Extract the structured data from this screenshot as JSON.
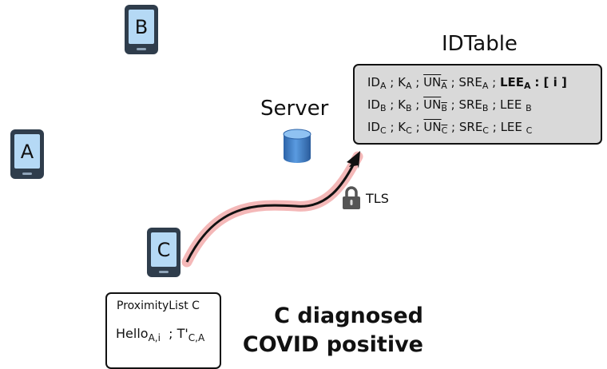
{
  "phones": [
    {
      "letter": "B"
    },
    {
      "letter": "A"
    },
    {
      "letter": "C"
    }
  ],
  "server": {
    "label": "Server"
  },
  "tls": {
    "label": "TLS"
  },
  "idtable": {
    "title": "IDTable",
    "rows": [
      {
        "id": "ID",
        "k": "K",
        "un": "UN",
        "sre": "SRE",
        "lee": "LEE",
        "sub": "A",
        "lee_index": ": [ i ]"
      },
      {
        "id": "ID",
        "k": "K",
        "un": "UN",
        "sre": "SRE",
        "lee": "LEE",
        "sub": "B"
      },
      {
        "id": "ID",
        "k": "K",
        "un": "UN",
        "sre": "SRE",
        "lee": "LEE",
        "sub": "C"
      }
    ]
  },
  "proximity_list": {
    "title": "ProximityList C",
    "hello": "Hello",
    "hello_sub": "A,i",
    "sep": ";",
    "t": "T'",
    "t_sub": "C,A"
  },
  "status": {
    "line1": "C diagnosed",
    "line2": "COVID positive"
  },
  "colors": {
    "phone_body": "#2f3d4c",
    "phone_screen": "#b5d9f5",
    "table_fill": "#d9d9d9",
    "arrow_glow": "#f4b8b8",
    "db_blue": "#3f7fc4"
  }
}
